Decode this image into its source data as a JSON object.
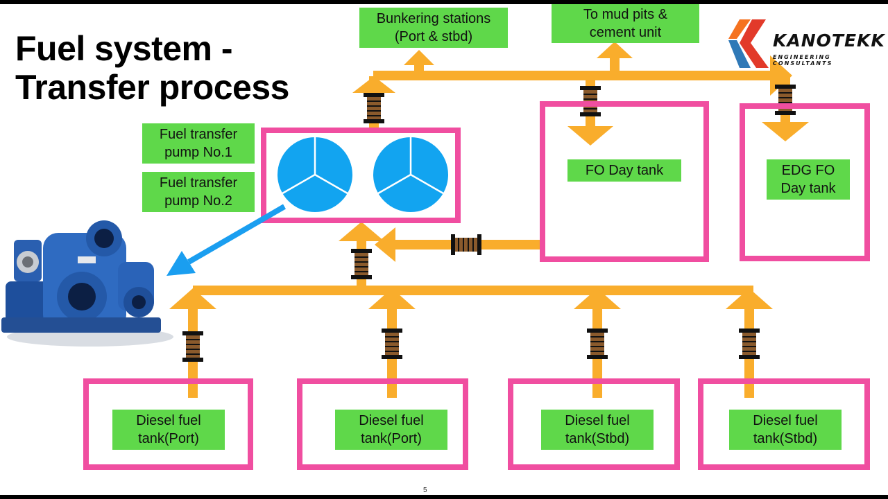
{
  "slide": {
    "title_line1": "Fuel system -",
    "title_line2": "Transfer process",
    "page_number": "5"
  },
  "logo": {
    "name": "KANOTEKK",
    "tagline": "ENGINEERING CONSULTANTS"
  },
  "labels": {
    "bunkering": {
      "line1": "Bunkering stations",
      "line2": "(Port & stbd)"
    },
    "mud_pits": {
      "line1": "To mud pits &",
      "line2": "cement unit"
    },
    "pump1": {
      "line1": "Fuel transfer",
      "line2": "pump No.1"
    },
    "pump2": {
      "line1": "Fuel transfer",
      "line2": "pump No.2"
    },
    "fo_day_tank": {
      "line1": "FO Day tank"
    },
    "edg_fo_day_tank": {
      "line1": "EDG FO",
      "line2": "Day tank"
    },
    "tank1": {
      "line1": "Diesel fuel",
      "line2": "tank(Port)"
    },
    "tank2": {
      "line1": "Diesel fuel",
      "line2": "tank(Port)"
    },
    "tank3": {
      "line1": "Diesel fuel",
      "line2": "tank(Stbd)"
    },
    "tank4": {
      "line1": "Diesel fuel",
      "line2": "tank(Stbd)"
    }
  },
  "colors": {
    "pipe": "#f9ad2c",
    "tank_border": "#f04ea0",
    "label_bg": "#5fd84a",
    "pump": "#12a4f0",
    "pointer_arrow": "#1a9ef0",
    "valve": "#111111",
    "logo_orange": "#f5721f",
    "logo_blue": "#2f79b7",
    "logo_red": "#e23a2a"
  }
}
